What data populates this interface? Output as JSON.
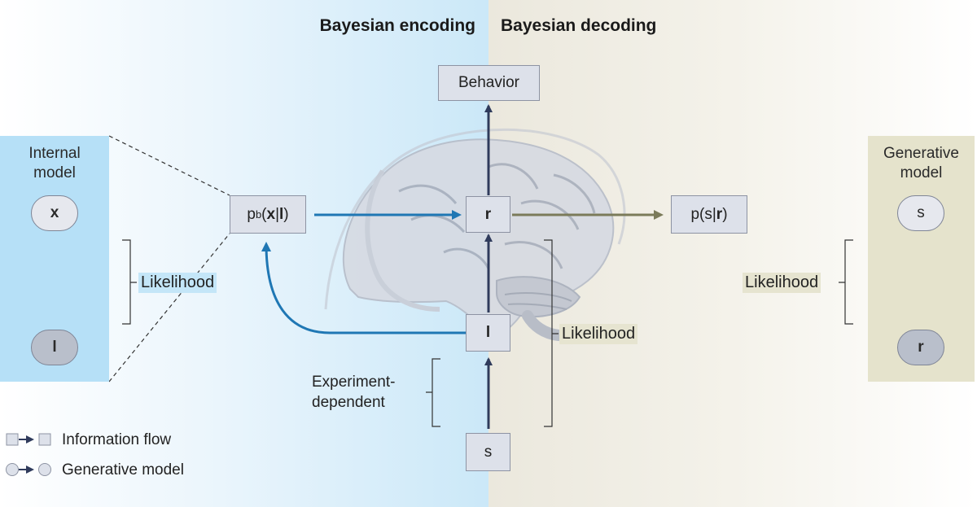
{
  "headings": {
    "encoding": "Bayesian encoding",
    "decoding": "Bayesian decoding"
  },
  "boxes": {
    "behavior": "Behavior",
    "r": "r",
    "l": "l",
    "s": "s",
    "p_r": "p(s|",
    "p_r_bold": "r",
    "p_r_close": ")",
    "pb_p": "p",
    "pb_sub": "b",
    "pb_open": "(",
    "pb_x": "x",
    "pb_bar": "|",
    "pb_l": "l",
    "pb_close": ")"
  },
  "internal_model": {
    "title_line1": "Internal",
    "title_line2": "model",
    "node_top": "x",
    "node_bottom": "l"
  },
  "generative_model": {
    "title_line1": "Generative",
    "title_line2": "model",
    "node_top": "s",
    "node_bottom": "r"
  },
  "likelihood_labels": {
    "left": "Likelihood",
    "center": "Likelihood",
    "right": "Likelihood"
  },
  "experiment_dependent": {
    "line1": "Experiment-",
    "line2": "dependent"
  },
  "legend": {
    "flow": "Information flow",
    "generative": "Generative model"
  },
  "colors": {
    "dark_arrow": "#2f3b5c",
    "blue_arrow": "#1f77b4",
    "olive_arrow": "#7b7b5a",
    "left_panel": "#b6e0f7",
    "right_panel": "#e5e3cc"
  }
}
